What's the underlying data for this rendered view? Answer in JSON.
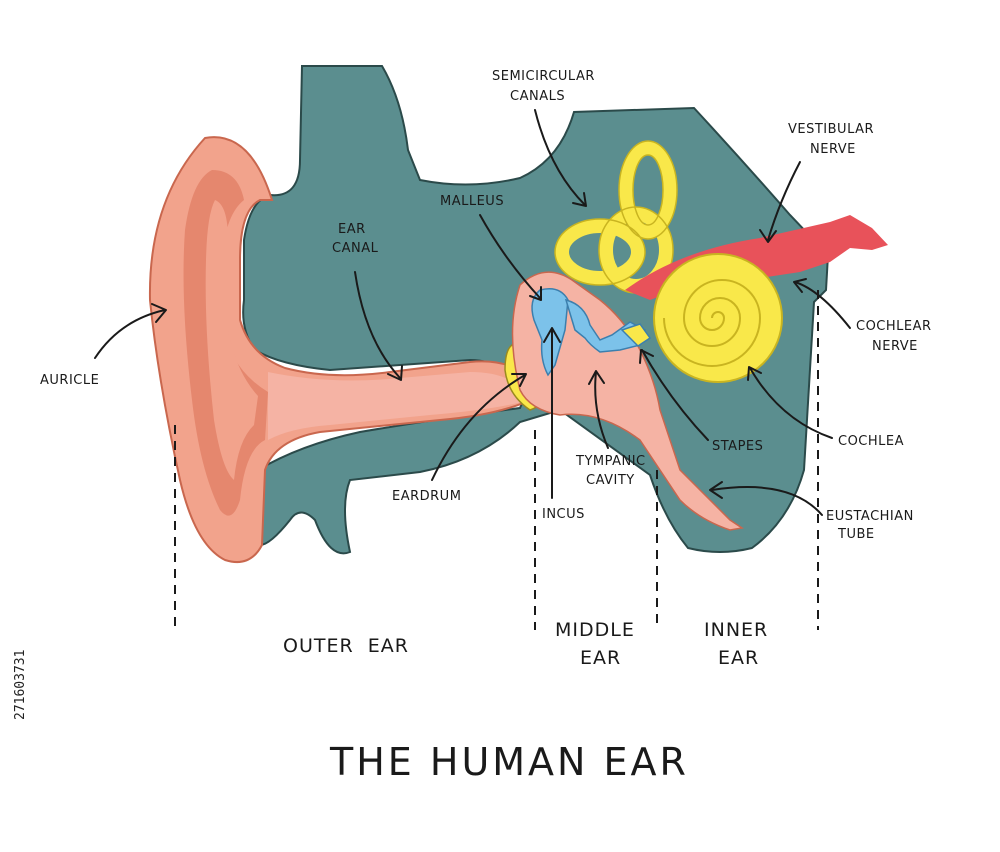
{
  "title": "THE HUMAN EAR",
  "side_id": "271603731",
  "colors": {
    "skull": "#5b8e8f",
    "outline": "#2b4a4a",
    "skin": "#f2a38c",
    "skin_dark": "#e07e64",
    "canal": "#f5b3a4",
    "bone_yellow": "#f9e84a",
    "ossicle_blue": "#7cc2ea",
    "nerve_red": "#e8525a"
  },
  "labels": {
    "auricle": "AURICLE",
    "ear_canal": [
      "EAR",
      "CANAL"
    ],
    "malleus": "MALLEUS",
    "semicircular_canals": [
      "SEMICIRCULAR",
      "CANALS"
    ],
    "vestibular_nerve": [
      "VESTIBULAR",
      "NERVE"
    ],
    "cochlear_nerve": [
      "COCHLEAR",
      "NERVE"
    ],
    "cochlea": "COCHLEA",
    "stapes": "STAPES",
    "tympanic_cavity": [
      "TYMPANIC",
      "CAVITY"
    ],
    "eustachian_tube": [
      "EUSTACHIAN",
      "TUBE"
    ],
    "eardrum": "EARDRUM",
    "incus": "INCUS"
  },
  "sections": {
    "outer": "OUTER  EAR",
    "middle": [
      "MIDDLE",
      "EAR"
    ],
    "inner": [
      "INNER",
      "EAR"
    ]
  }
}
